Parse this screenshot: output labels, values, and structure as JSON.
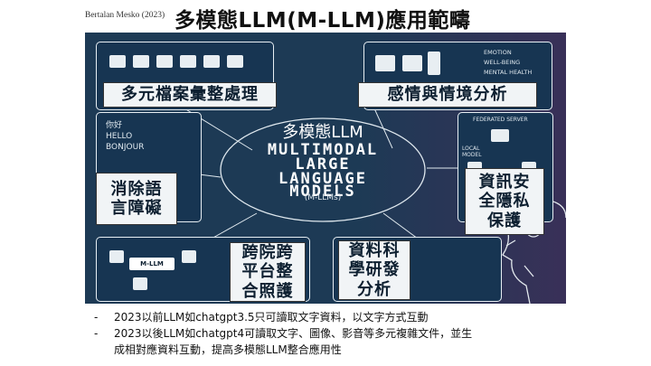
{
  "header": {
    "citation": "Bertalan Mesko (2023)",
    "title": "多模態LLM(M-LLM)應用範疇"
  },
  "center": {
    "title_zh": "多模態LLM",
    "lines": [
      "MULTIMODAL",
      "LARGE",
      "LANGUAGE",
      "MODELS"
    ],
    "abbr": "(M-LLMs)"
  },
  "boxes": {
    "multi_file": "多元檔案彙整處理",
    "emotion": "感情與情境分析",
    "language": "消除語\n言障礙",
    "privacy": "資訊安\n全隱私\n保護",
    "cross_platform": "跨院跨\n平台整\n合照護",
    "data_science": "資料科\n學研發\n分析"
  },
  "icon_text": {
    "emotion": "EMOTION",
    "wellbeing": "WELL-BEING",
    "mental": "MENTAL HEALTH",
    "federated": "FEDERATED SERVER",
    "local_model": "LOCAL MODEL",
    "mllm": "M-LLM",
    "hello_zh": "你好",
    "hello": "HELLO",
    "bonjour": "BONJOUR"
  },
  "bullets": [
    {
      "dash": "-",
      "text": "2023以前LLM如chatgpt3.5只可讀取文字資料，以文字方式互動"
    },
    {
      "dash": "-",
      "text": "2023以後LLM如chatgpt4可讀取文字、圖像、影音等多元複雜文件，並生\n成相對應資料互動，提高多模態LLM整合應用性"
    }
  ],
  "colors": {
    "figure_bg": "#1d3a55",
    "box_border": "#e7eef3",
    "caption_bg": "#f1f4f6"
  }
}
